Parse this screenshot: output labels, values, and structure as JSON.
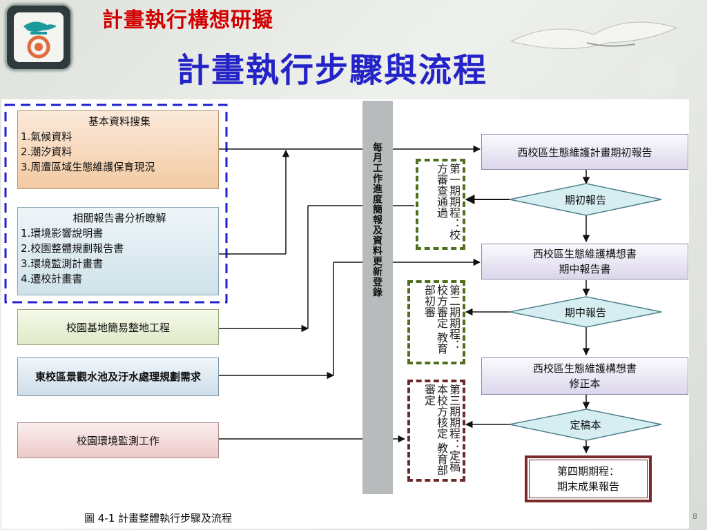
{
  "header": {
    "subtitle": "計畫執行構想研擬",
    "title": "計畫執行步驟與流程"
  },
  "left_inputs": {
    "basic": {
      "heading": "基本資料搜集",
      "items": [
        "1.氣候資料",
        "2.潮汐資料",
        "3.周遭區域生態維護保育現況"
      ]
    },
    "reports": {
      "heading": "相關報告書分析瞭解",
      "items": [
        "1.環境影響說明書",
        "2.校園整體規劃報告書",
        "3.環境監測計畫書",
        "4.遷校計畫書"
      ]
    },
    "site_work": "校園基地簡易整地工程",
    "east_pond": "東校區景觀水池及汙水處理規劃需求",
    "monitoring": "校園環境監測工作"
  },
  "center_bar": "每月工作進度簡報及資料更新登錄",
  "notes": {
    "phase1": "第一期期程：校方審查通過",
    "phase2": "第二期期程：校方審定 教育部初審",
    "phase3": "第三期期程：定稿本校方核定 教育部審定"
  },
  "flow": {
    "initial_report": "西校區生態維護計畫期初報告",
    "decision1": "期初報告",
    "interim_report_line1": "西校區生態維護構想書",
    "interim_report_line2": "期中報告書",
    "decision2": "期中報告",
    "revised_line1": "西校區生態維護構想書",
    "revised_line2": "修正本",
    "decision3": "定稿本",
    "final_line1": "第四期期程：",
    "final_line2": "期末成果報告"
  },
  "caption": "圖 4-1 計畫整體執行步驟及流程",
  "slide_number": "8",
  "colors": {
    "title": "#2323c8",
    "subtitle": "#d10000",
    "dashed_frame": "#1f1fd0",
    "decision_fill": "#d6eef2"
  }
}
